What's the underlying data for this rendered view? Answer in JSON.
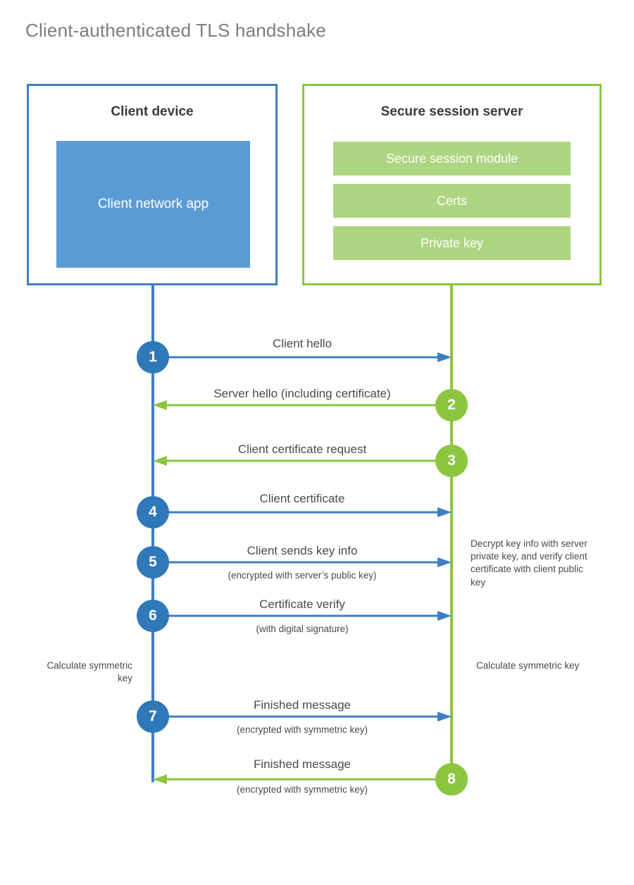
{
  "title": "Client-authenticated TLS handshake",
  "colors": {
    "client_blue": "#3c7fc1",
    "client_app_fill": "#5b9bd5",
    "client_circle": "#3079b8",
    "server_green": "#8cc63f",
    "server_bar_fill": "#aed581",
    "text_gray": "#4a4a4a",
    "title_gray": "#7d7d7d"
  },
  "client": {
    "title": "Client device",
    "app_label": "Client network\napp"
  },
  "server": {
    "title": "Secure session server",
    "modules": [
      "Secure session module",
      "Certs",
      "Private key"
    ]
  },
  "steps": [
    {
      "number": "1",
      "label": "Client hello",
      "sublabel": "",
      "direction": "client-to-server",
      "actor": "client"
    },
    {
      "number": "2",
      "label": "Server hello (including certificate)",
      "sublabel": "",
      "direction": "server-to-client",
      "actor": "server"
    },
    {
      "number": "3",
      "label": "Client certificate request",
      "sublabel": "",
      "direction": "server-to-client",
      "actor": "server"
    },
    {
      "number": "4",
      "label": "Client certificate",
      "sublabel": "",
      "direction": "client-to-server",
      "actor": "client"
    },
    {
      "number": "5",
      "label": "Client sends key info",
      "sublabel": "(encrypted with server’s public key)",
      "direction": "client-to-server",
      "actor": "client"
    },
    {
      "number": "6",
      "label": "Certificate verify",
      "sublabel": "(with digital signature)",
      "direction": "client-to-server",
      "actor": "client"
    },
    {
      "number": "7",
      "label": "Finished message",
      "sublabel": "(encrypted with symmetric key)",
      "direction": "client-to-server",
      "actor": "client"
    },
    {
      "number": "8",
      "label": "Finished message",
      "sublabel": "(encrypted with symmetric key)",
      "direction": "server-to-client",
      "actor": "server"
    }
  ],
  "notes": {
    "server_decrypt": "Decrypt key info with server private key, and verify client certificate with client public key",
    "client_symmetric": "Calculate symmetric key",
    "server_symmetric": "Calculate symmetric key"
  }
}
